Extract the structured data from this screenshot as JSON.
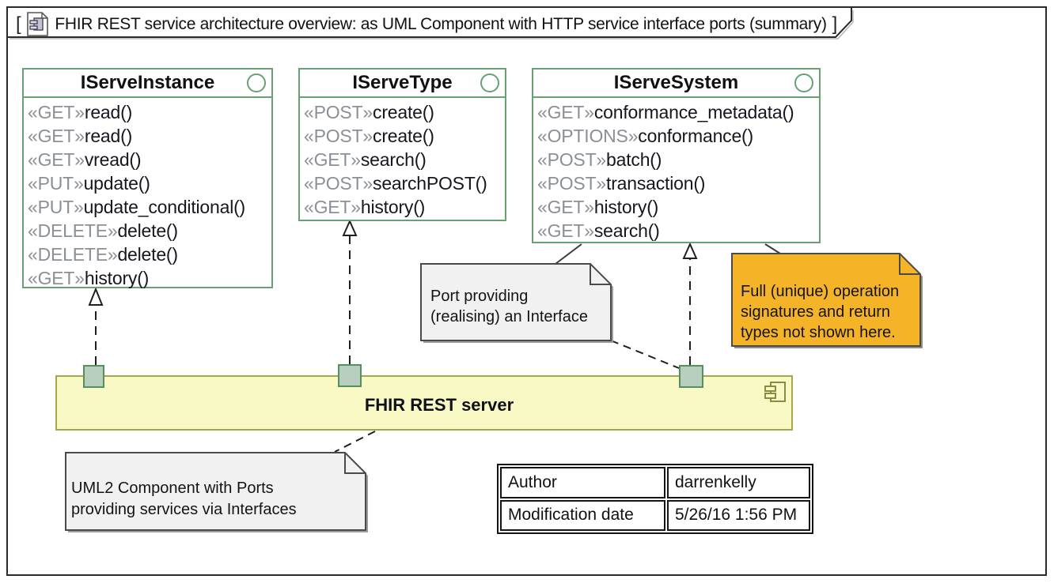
{
  "frame": {
    "bracket_open": "[",
    "bracket_close": "]",
    "title": "FHIR REST service architecture overview: as UML Component with HTTP service interface ports (summary)"
  },
  "interfaces": [
    {
      "name": "IServeInstance",
      "ops": [
        {
          "s": "«GET»",
          "n": "read()"
        },
        {
          "s": "«GET»",
          "n": "read()"
        },
        {
          "s": "«GET»",
          "n": "vread()"
        },
        {
          "s": "«PUT»",
          "n": "update()"
        },
        {
          "s": "«PUT»",
          "n": "update_conditional()"
        },
        {
          "s": "«DELETE»",
          "n": "delete()"
        },
        {
          "s": "«DELETE»",
          "n": "delete()"
        },
        {
          "s": "«GET»",
          "n": "history()"
        }
      ]
    },
    {
      "name": "IServeType",
      "ops": [
        {
          "s": "«POST»",
          "n": "create()"
        },
        {
          "s": "«POST»",
          "n": "create()"
        },
        {
          "s": "«GET»",
          "n": "search()"
        },
        {
          "s": "«POST»",
          "n": "searchPOST()"
        },
        {
          "s": "«GET»",
          "n": "history()"
        }
      ]
    },
    {
      "name": "IServeSystem",
      "ops": [
        {
          "s": "«GET»",
          "n": "conformance_metadata()"
        },
        {
          "s": "«OPTIONS»",
          "n": "conformance()"
        },
        {
          "s": "«POST»",
          "n": "batch()"
        },
        {
          "s": "«POST»",
          "n": "transaction()"
        },
        {
          "s": "«GET»",
          "n": "history()"
        },
        {
          "s": "«GET»",
          "n": "search()"
        }
      ]
    }
  ],
  "component": {
    "label": "FHIR REST server"
  },
  "notes": {
    "port": {
      "line1": "Port providing",
      "line2": "(realising) an Interface"
    },
    "signatures": {
      "line1": "Full (unique) operation",
      "line2": "signatures and return",
      "line3": "types not shown here."
    },
    "uml2": {
      "line1": "UML2 Component with Ports",
      "line2": "providing services via Interfaces"
    }
  },
  "info_table": {
    "rows": [
      {
        "label": "Author",
        "value": "darrenkelly"
      },
      {
        "label": "Modification date",
        "value": "5/26/16 1:56 PM"
      }
    ]
  },
  "colors": {
    "interface_green": "#69a074",
    "port_fill": "#b8cfc0",
    "port_border": "#54905c",
    "component_fill": "#f9f9c5",
    "component_border": "#a6a64c",
    "note_gray": "#f1f1f1",
    "note_orange": "#f5b327",
    "note_border": "#4a4a4a",
    "line": "#1f1f1f"
  }
}
